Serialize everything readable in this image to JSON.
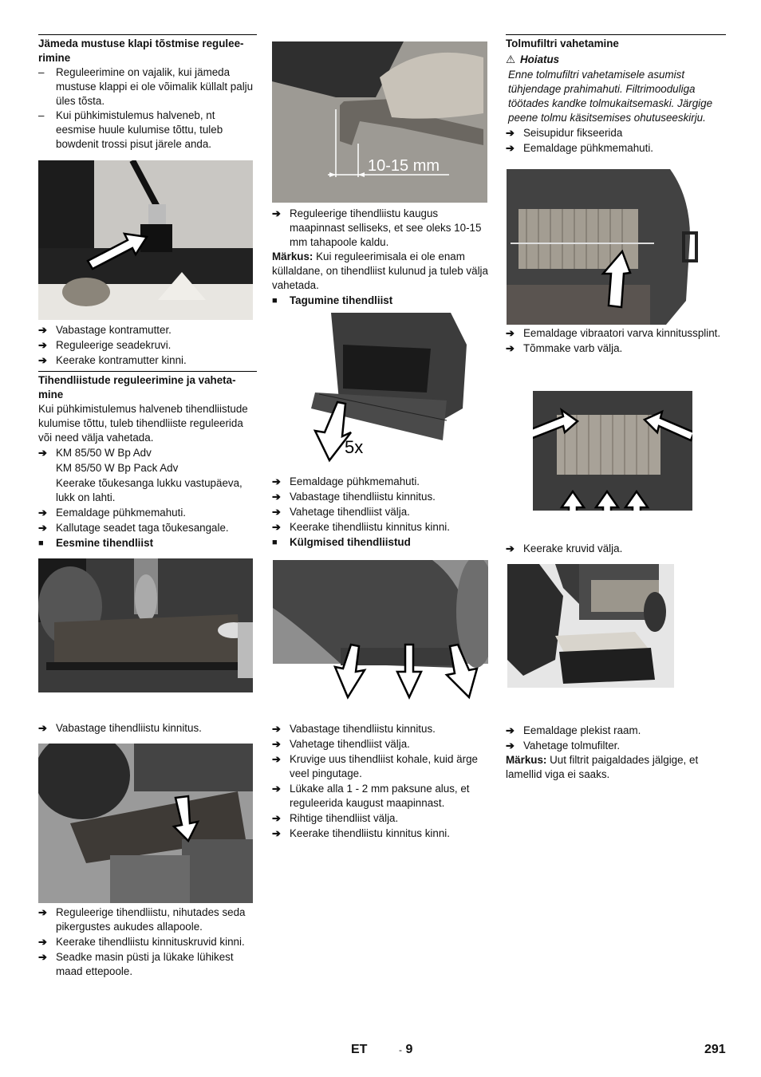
{
  "col1": {
    "section1": {
      "title": "Jämeda mustuse klapi tõstmise regulee-rimine",
      "title_l1": "Jämeda mustuse klapi tõstmise regulee-",
      "title_l2": "rimine",
      "items": [
        "Reguleerimine on vajalik, kui jämeda mustuse klappi ei ole võimalik küllalt palju üles tõsta.",
        "Kui pühkimistulemus halveneb, nt eesmise huule kulumise tõttu, tuleb bowdenit trossi pisut järele anda."
      ],
      "steps": [
        "Vabastage kontramutter.",
        "Reguleerige seadekruvi.",
        "Keerake kontramutter kinni."
      ]
    },
    "section2": {
      "title_l1": "Tihendliistude reguleerimine ja vaheta-",
      "title_l2": "mine",
      "intro": "Kui pühkimistulemus halveneb tihendliistude kulumise tõttu, tuleb tihendliiste reguleerida või need välja vahetada.",
      "model_1": "KM 85/50 W Bp Adv",
      "model_2": "KM 85/50 W Bp Pack Adv",
      "model_note": "Keerake tõukesanga lukku vastupäeva, lukk on lahti.",
      "steps": [
        "Eemaldage pühkmemahuti.",
        "Kallutage seadet taga tõukesangale."
      ],
      "subsection": "Eesmine tihendliist",
      "step_after_img1": "Vabastage tihendliistu kinnitus.",
      "steps_after_img2": [
        "Reguleerige tihendliistu, nihutades seda pikergustes aukudes allapoole.",
        "Keerake tihendliistu kinnituskruvid kinni.",
        "Seadke masin püsti ja lükake lühikest maad ettepoole."
      ]
    }
  },
  "col2": {
    "image_label": "10-15 mm",
    "step1": "Reguleerige tihendliistu kaugus maapinnast selliseks, et see oleks 10-15 mm tahapoole kaldu.",
    "note_label": "Märkus:",
    "note_text": " Kui reguleerimisala ei ole enam küllaldane, on tihendliist kulunud ja tuleb välja vahetada.",
    "subsection1": "Tagumine tihendliist",
    "image2_label": "5x",
    "steps1": [
      "Eemaldage pühkmemahuti.",
      "Vabastage tihendliistu kinnitus.",
      "Vahetage tihendliist välja.",
      "Keerake tihendliistu kinnitus kinni."
    ],
    "subsection2": "Külgmised tihendliistud",
    "steps2": [
      "Vabastage tihendliistu kinnitus.",
      "Vahetage tihendliist välja.",
      "Kruvige uus tihendliist kohale, kuid ärge veel pingutage.",
      "Lükake alla 1 - 2 mm paksune alus, et reguleerida kaugust maapinnast.",
      "Rihtige tihendliist välja.",
      "Keerake tihendliistu kinnitus kinni."
    ]
  },
  "col3": {
    "title": "Tolmufiltri vahetamine",
    "warning_icon": "warning-triangle-icon",
    "warning_title": "Hoiatus",
    "warning_text": "Enne tolmufiltri vahetamisele asumist tühjendage prahimahuti. Filtrimooduliga töötades kandke tolmukaitsemaski. Järgige peene tolmu käsitsemises ohutuseeskirju.",
    "steps1": [
      "Seisupidur fikseerida",
      "Eemaldage pühkmemahuti."
    ],
    "steps2": [
      "Eemaldage vibraatori varva kinnitussplint.",
      "Tõmmake varb välja."
    ],
    "steps3": [
      "Keerake kruvid välja."
    ],
    "steps4": [
      "Eemaldage plekist raam.",
      "Vahetage tolmufilter."
    ],
    "note_label": "Märkus:",
    "note_text": " Uut filtrit paigaldades jälgige, et lamellid viga ei saaks."
  },
  "footer": {
    "lang": "ET",
    "section_page": "- 9",
    "page_number": "291"
  },
  "glyphs": {
    "arrow": "➔",
    "dash": "–",
    "square": "■",
    "warning": "⚠"
  }
}
